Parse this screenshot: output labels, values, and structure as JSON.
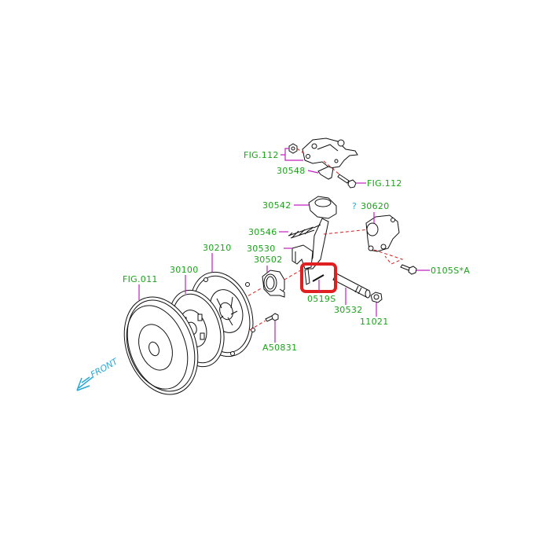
{
  "diagram": {
    "title": "Clutch release assembly exploded view",
    "colors": {
      "label": "#1aa31a",
      "leader": "#c020c0",
      "reference_line": "#d02020",
      "highlight": "#e02020",
      "front_arrow": "#2aa8d8"
    },
    "labels": {
      "fig112_top": "FIG.112",
      "p30548": "30548",
      "fig112_bolt": "FIG.112",
      "p30542": "30542",
      "q_mark": "?",
      "p30620": "30620",
      "p30546": "30546",
      "p30530": "30530",
      "p30210": "30210",
      "p30502": "30502",
      "p0105s": "0105S*A",
      "p30100": "30100",
      "fig011": "FIG.011",
      "p0519s": "0519S",
      "p30532": "30532",
      "p11021": "11021",
      "pA50831": "A50831",
      "front": "FRONT"
    },
    "highlighted_part": "0519S"
  }
}
